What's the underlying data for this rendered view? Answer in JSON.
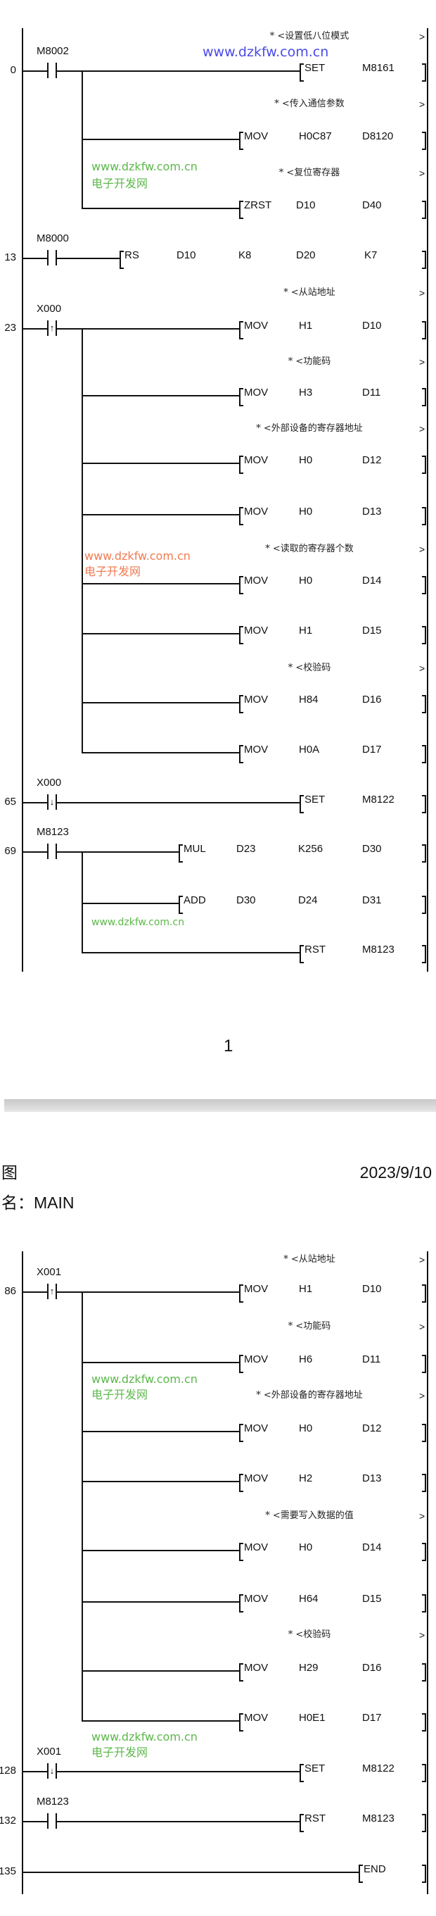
{
  "watermark": {
    "url": "www.dzkfw.com.cn",
    "site_name": "电子开发网",
    "colors": {
      "blue": "#4a4ae8",
      "green": "#5cb84a",
      "orange": "#f07a50"
    }
  },
  "page1": {
    "rungs": [
      {
        "step": "0",
        "contact": {
          "label": "M8002",
          "type": "normally-open"
        },
        "instructions": [
          {
            "comment": "* <设置低八位模式",
            "close": ">",
            "op": "SET",
            "operands": [
              "M8161"
            ]
          },
          {
            "comment": "* <传入通信参数",
            "close": ">",
            "op": "MOV",
            "operands": [
              "H0C87",
              "D8120"
            ]
          },
          {
            "comment": "* <复位寄存器",
            "close": ">",
            "op": "ZRST",
            "operands": [
              "D10",
              "D40"
            ]
          }
        ]
      },
      {
        "step": "13",
        "contact": {
          "label": "M8000",
          "type": "normally-open"
        },
        "instructions": [
          {
            "op": "RS",
            "operands": [
              "D10",
              "K8",
              "D20",
              "K7"
            ]
          }
        ]
      },
      {
        "step": "23",
        "contact": {
          "label": "X000",
          "type": "rising-edge"
        },
        "instructions": [
          {
            "comment": "* <从站地址",
            "close": ">",
            "op": "MOV",
            "operands": [
              "H1",
              "D10"
            ]
          },
          {
            "comment": "* <功能码",
            "close": ">",
            "op": "MOV",
            "operands": [
              "H3",
              "D11"
            ]
          },
          {
            "comment": "* <外部设备的寄存器地址",
            "close": ">",
            "op": "MOV",
            "operands": [
              "H0",
              "D12"
            ]
          },
          {
            "op": "MOV",
            "operands": [
              "H0",
              "D13"
            ]
          },
          {
            "comment": "* <读取的寄存器个数",
            "close": ">",
            "op": "MOV",
            "operands": [
              "H0",
              "D14"
            ]
          },
          {
            "op": "MOV",
            "operands": [
              "H1",
              "D15"
            ]
          },
          {
            "comment": "* <校验码",
            "close": ">",
            "op": "MOV",
            "operands": [
              "H84",
              "D16"
            ]
          },
          {
            "op": "MOV",
            "operands": [
              "H0A",
              "D17"
            ]
          }
        ]
      },
      {
        "step": "65",
        "contact": {
          "label": "X000",
          "type": "falling-edge"
        },
        "instructions": [
          {
            "op": "SET",
            "operands": [
              "M8122"
            ]
          }
        ]
      },
      {
        "step": "69",
        "contact": {
          "label": "M8123",
          "type": "normally-open"
        },
        "instructions": [
          {
            "op": "MUL",
            "operands": [
              "D23",
              "K256",
              "D30"
            ]
          },
          {
            "op": "ADD",
            "operands": [
              "D30",
              "D24",
              "D31"
            ]
          },
          {
            "op": "RST",
            "operands": [
              "M8123"
            ]
          }
        ]
      }
    ],
    "page_number": "1"
  },
  "page2": {
    "header": {
      "label_line1": "图",
      "label_line2": "名：MAIN",
      "date": "2023/9/10"
    },
    "rungs": [
      {
        "step": "86",
        "contact": {
          "label": "X001",
          "type": "rising-edge"
        },
        "instructions": [
          {
            "comment": "* <从站地址",
            "close": ">",
            "op": "MOV",
            "operands": [
              "H1",
              "D10"
            ]
          },
          {
            "comment": "* <功能码",
            "close": ">",
            "op": "MOV",
            "operands": [
              "H6",
              "D11"
            ]
          },
          {
            "comment": "* <外部设备的寄存器地址",
            "close": ">",
            "op": "MOV",
            "operands": [
              "H0",
              "D12"
            ]
          },
          {
            "op": "MOV",
            "operands": [
              "H2",
              "D13"
            ]
          },
          {
            "comment": "* <需要写入数据的值",
            "close": ">",
            "op": "MOV",
            "operands": [
              "H0",
              "D14"
            ]
          },
          {
            "op": "MOV",
            "operands": [
              "H64",
              "D15"
            ]
          },
          {
            "comment": "* <校验码",
            "close": ">",
            "op": "MOV",
            "operands": [
              "H29",
              "D16"
            ]
          },
          {
            "op": "MOV",
            "operands": [
              "H0E1",
              "D17"
            ]
          }
        ]
      },
      {
        "step": "128",
        "contact": {
          "label": "X001",
          "type": "falling-edge"
        },
        "instructions": [
          {
            "op": "SET",
            "operands": [
              "M8122"
            ]
          }
        ]
      },
      {
        "step": "132",
        "contact": {
          "label": "M8123",
          "type": "normally-open"
        },
        "instructions": [
          {
            "op": "RST",
            "operands": [
              "M8123"
            ]
          }
        ]
      },
      {
        "step": "135",
        "instructions": [
          {
            "op": "END",
            "operands": []
          }
        ]
      }
    ]
  }
}
